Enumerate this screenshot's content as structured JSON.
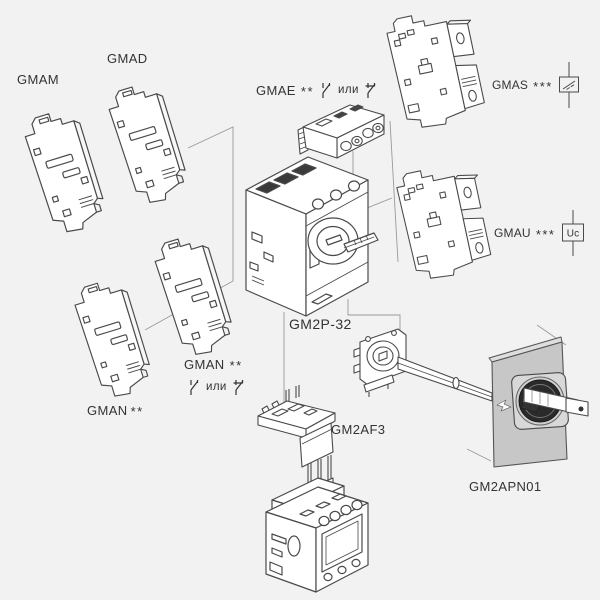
{
  "diagram": {
    "or_word": "или",
    "labels": {
      "gmam": "GMAM",
      "gmad": "GMAD",
      "gmae": "GMAE",
      "gmae_stars": "**",
      "gmas": "GMAS",
      "gmas_stars": "***",
      "gmau": "GMAU",
      "gmau_stars": "***",
      "uc_box": "Uc",
      "breaker": "GM2P-32",
      "gman_upper": "GMAN",
      "gman_upper_stars": "**",
      "gman_lower": "GMAN",
      "gman_lower_stars": "**",
      "gm2af3": "GM2AF3",
      "gm2apn01": "GM2APN01"
    },
    "icons": {
      "no_contact": "no-contact-icon",
      "nc_contact": "nc-contact-icon",
      "trip_contact": "trip-contact-icon",
      "undervoltage": "undervoltage-uc-icon"
    },
    "colors": {
      "background": "#f2f2f2",
      "line_art": "#4a4a4a",
      "leader_line": "#9a9a9a",
      "door_panel": "#c7c7c7",
      "handle_knob": "#262626",
      "text": "#333333"
    }
  }
}
